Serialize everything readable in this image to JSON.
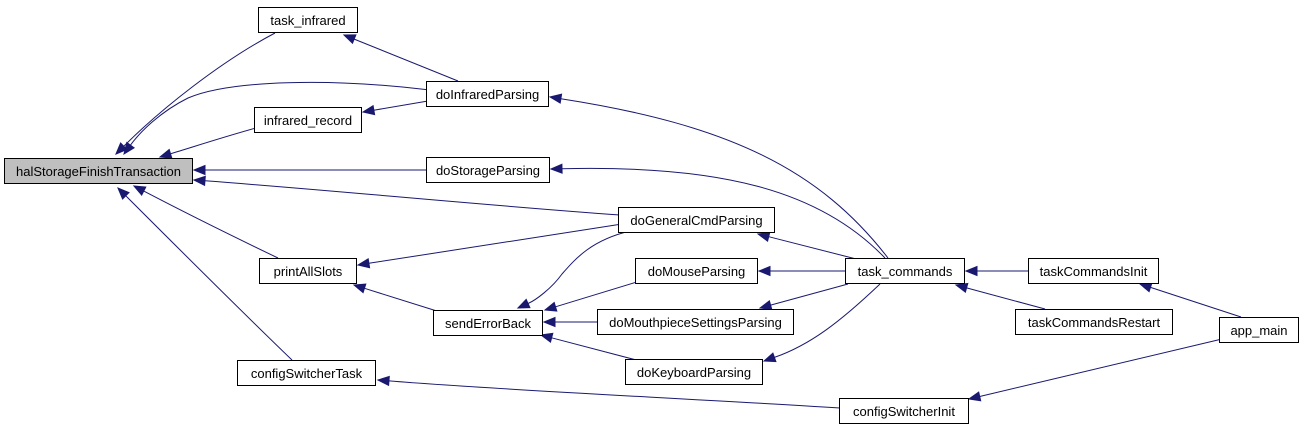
{
  "graph": {
    "nodes": {
      "halStorageFinishTransaction": "halStorageFinishTransaction",
      "task_infrared": "task_infrared",
      "infrared_record": "infrared_record",
      "printAllSlots": "printAllSlots",
      "configSwitcherTask": "configSwitcherTask",
      "doInfraredParsing": "doInfraredParsing",
      "doStorageParsing": "doStorageParsing",
      "sendErrorBack": "sendErrorBack",
      "doGeneralCmdParsing": "doGeneralCmdParsing",
      "doMouseParsing": "doMouseParsing",
      "doMouthpieceSettingsParsing": "doMouthpieceSettingsParsing",
      "doKeyboardParsing": "doKeyboardParsing",
      "task_commands": "task_commands",
      "configSwitcherInit": "configSwitcherInit",
      "taskCommandsInit": "taskCommandsInit",
      "taskCommandsRestart": "taskCommandsRestart",
      "app_main": "app_main"
    },
    "edges": [
      [
        "task_infrared",
        "halStorageFinishTransaction"
      ],
      [
        "doInfraredParsing",
        "halStorageFinishTransaction"
      ],
      [
        "infrared_record",
        "halStorageFinishTransaction"
      ],
      [
        "doStorageParsing",
        "halStorageFinishTransaction"
      ],
      [
        "doGeneralCmdParsing",
        "halStorageFinishTransaction"
      ],
      [
        "printAllSlots",
        "halStorageFinishTransaction"
      ],
      [
        "configSwitcherTask",
        "halStorageFinishTransaction"
      ],
      [
        "doInfraredParsing",
        "task_infrared"
      ],
      [
        "doInfraredParsing",
        "infrared_record"
      ],
      [
        "doGeneralCmdParsing",
        "printAllSlots"
      ],
      [
        "sendErrorBack",
        "printAllSlots"
      ],
      [
        "configSwitcherInit",
        "configSwitcherTask"
      ],
      [
        "doGeneralCmdParsing",
        "sendErrorBack"
      ],
      [
        "doMouseParsing",
        "sendErrorBack"
      ],
      [
        "doMouthpieceSettingsParsing",
        "sendErrorBack"
      ],
      [
        "doKeyboardParsing",
        "sendErrorBack"
      ],
      [
        "task_commands",
        "doInfraredParsing"
      ],
      [
        "task_commands",
        "doStorageParsing"
      ],
      [
        "task_commands",
        "doGeneralCmdParsing"
      ],
      [
        "task_commands",
        "doMouseParsing"
      ],
      [
        "task_commands",
        "doMouthpieceSettingsParsing"
      ],
      [
        "task_commands",
        "doKeyboardParsing"
      ],
      [
        "taskCommandsInit",
        "task_commands"
      ],
      [
        "taskCommandsRestart",
        "task_commands"
      ],
      [
        "app_main",
        "taskCommandsInit"
      ],
      [
        "app_main",
        "configSwitcherInit"
      ]
    ]
  },
  "colors": {
    "edge": "#191970",
    "node_border": "#000000",
    "node_fill": "#ffffff",
    "root_fill": "#bfbfbf"
  }
}
